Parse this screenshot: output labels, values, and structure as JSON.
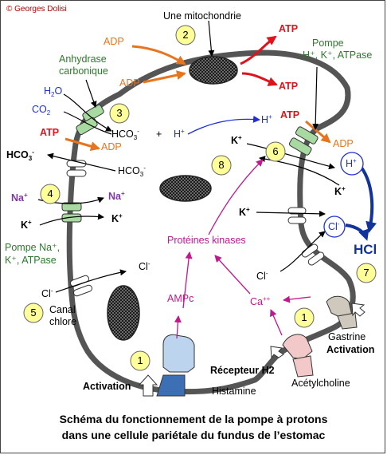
{
  "copyright": "© Georges Dolisi",
  "caption": {
    "line1": "Schéma du fonctionnement de la pompe à protons",
    "line2": "dans une cellule pariétale du fundus de l’estomac"
  },
  "labels": {
    "mitochondrie": "Une mitochondrie",
    "adp": "ADP",
    "atp": "ATP",
    "anhydrase_1": "Anhydrase",
    "anhydrase_2": "carbonique",
    "h2o": "H",
    "co2": "CO",
    "hco3": "HCO",
    "h_plus": "H",
    "k_plus": "K",
    "na_plus": "Na",
    "cl_minus": "Cl",
    "plus": "+",
    "pompe_hk_1": "Pompe",
    "pompe_hk_2": "H⁺, K⁺, ATPase",
    "pompe_nak_1": "Pompe Na⁺,",
    "pompe_nak_2": "K⁺, ATPase",
    "canal_1": "Canal",
    "canal_2": "chlore",
    "proteines": "Protéines kinases",
    "ampc": "AMPc",
    "ca": "Ca",
    "ca_sup": "++",
    "hcl": "HCl",
    "recepteur": "Récepteur H2",
    "histamine": "Histamine",
    "activation": "Activation",
    "gastrine": "Gastrine",
    "acetylcholine": "Acétylcholine"
  },
  "numbers": [
    "1",
    "2",
    "3",
    "4",
    "5",
    "6",
    "7",
    "8"
  ],
  "colors": {
    "adp_orange": "#e8741e",
    "atp_red": "#e0121b",
    "h_blue": "#1e2fd6",
    "na_purple": "#7a3aa0",
    "magenta": "#c0188e",
    "green_label": "#2b7a2b",
    "transporter_green": "#a8d9a0",
    "number_circle": "#ffff99",
    "membrane": "#555555"
  }
}
